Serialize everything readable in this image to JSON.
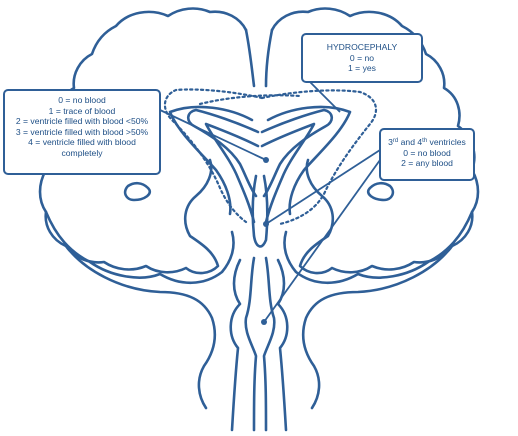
{
  "diagram": {
    "colors": {
      "outline": "#2f5f97",
      "text": "#1e4f86",
      "background": "#ffffff"
    },
    "ventricle_blood_box": {
      "lines": [
        "0 = no blood",
        "1 = trace of blood",
        "2 = ventricle filled with blood <50%",
        "3 = ventricle filled with blood >50%",
        "4 = ventricle filled with blood completely"
      ]
    },
    "hydrocephaly_box": {
      "title": "HYDROCEPHALY",
      "lines": [
        "0 = no",
        "1 = yes"
      ]
    },
    "third_fourth_box": {
      "title_ordinal_a": "3",
      "title_sup_a": "rd",
      "title_mid": " and 4",
      "title_sup_b": "th",
      "title_tail": " ventricles",
      "lines": [
        "0 = no blood",
        "2 = any blood"
      ]
    }
  }
}
